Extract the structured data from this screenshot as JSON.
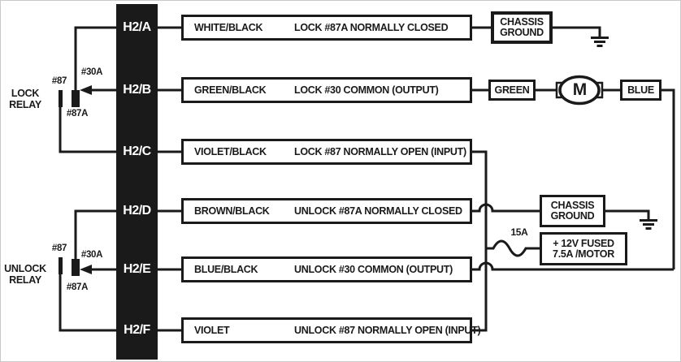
{
  "connector": {
    "pins": [
      {
        "id": "H2/A",
        "wire_color": "WHITE/BLACK",
        "function": "LOCK #87A NORMALLY CLOSED"
      },
      {
        "id": "H2/B",
        "wire_color": "GREEN/BLACK",
        "function": "LOCK #30 COMMON (OUTPUT)"
      },
      {
        "id": "H2/C",
        "wire_color": "VIOLET/BLACK",
        "function": "LOCK #87 NORMALLY OPEN (INPUT)"
      },
      {
        "id": "H2/D",
        "wire_color": "BROWN/BLACK",
        "function": "UNLOCK #87A NORMALLY CLOSED"
      },
      {
        "id": "H2/E",
        "wire_color": "BLUE/BLACK",
        "function": "UNLOCK #30 COMMON (OUTPUT)"
      },
      {
        "id": "H2/F",
        "wire_color": "VIOLET",
        "function": "UNLOCK #87 NORMALLY OPEN (INPUT)"
      }
    ]
  },
  "relays": {
    "lock": {
      "name": "LOCK\nRELAY",
      "pin_87": "#87",
      "pin_30a": "#30A",
      "pin_87a": "#87A"
    },
    "unlock": {
      "name": "UNLOCK\nRELAY",
      "pin_87": "#87",
      "pin_30a": "#30A",
      "pin_87a": "#87A"
    }
  },
  "components": {
    "chassis_ground_top": {
      "line1": "CHASSIS",
      "line2": "GROUND"
    },
    "chassis_ground_mid": {
      "line1": "CHASSIS",
      "line2": "GROUND"
    },
    "green_wire_label": "GREEN",
    "blue_wire_label": "BLUE",
    "motor_label": "M",
    "fuse_label": "15A",
    "power_source": {
      "line1": "+ 12V FUSED",
      "line2": "7.5A /MOTOR"
    }
  },
  "colors": {
    "line": "#1a1a1a",
    "background": "#ffffff",
    "connector_fill": "#1a1a1a",
    "connector_text": "#ffffff"
  }
}
